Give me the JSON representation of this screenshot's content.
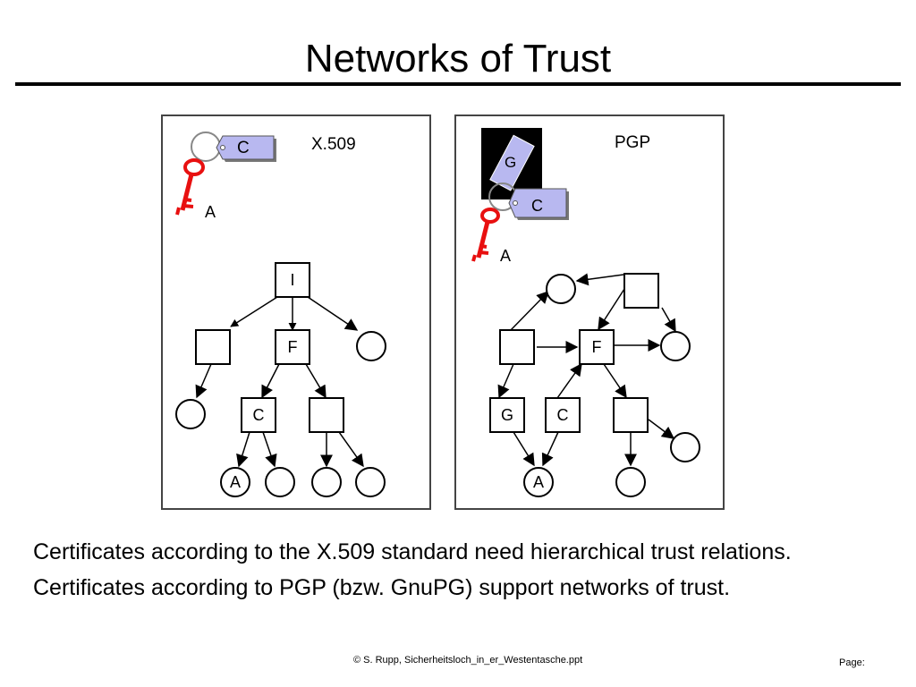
{
  "slide": {
    "title": "Networks of Trust",
    "captions": [
      "Certificates according to the X.509 standard need hierarchical trust relations.",
      "Certificates according to PGP (bzw. GnuPG) support networks of trust."
    ],
    "footer": {
      "copyright": "©  S. Rupp, Sicherheitsloch_in_er_Westentasche.ppt",
      "page": "Page:"
    }
  },
  "x509_panel": {
    "heading": "X.509",
    "keyring": {
      "tag_label": "C",
      "key_label": "A"
    },
    "tree": {
      "root": "I",
      "mid": "F",
      "leaf_parent": "C",
      "target": "A"
    }
  },
  "pgp_panel": {
    "heading": "PGP",
    "keyring": {
      "tag_top_label": "G",
      "tag_label": "C",
      "key_label": "A"
    },
    "web": {
      "center": "F",
      "node_g": "G",
      "node_c": "C",
      "target": "A"
    }
  },
  "colors": {
    "tag_fill": "#b8b8f0",
    "key_red": "#e81010",
    "rule": "#000000",
    "panel_border": "#444444"
  }
}
